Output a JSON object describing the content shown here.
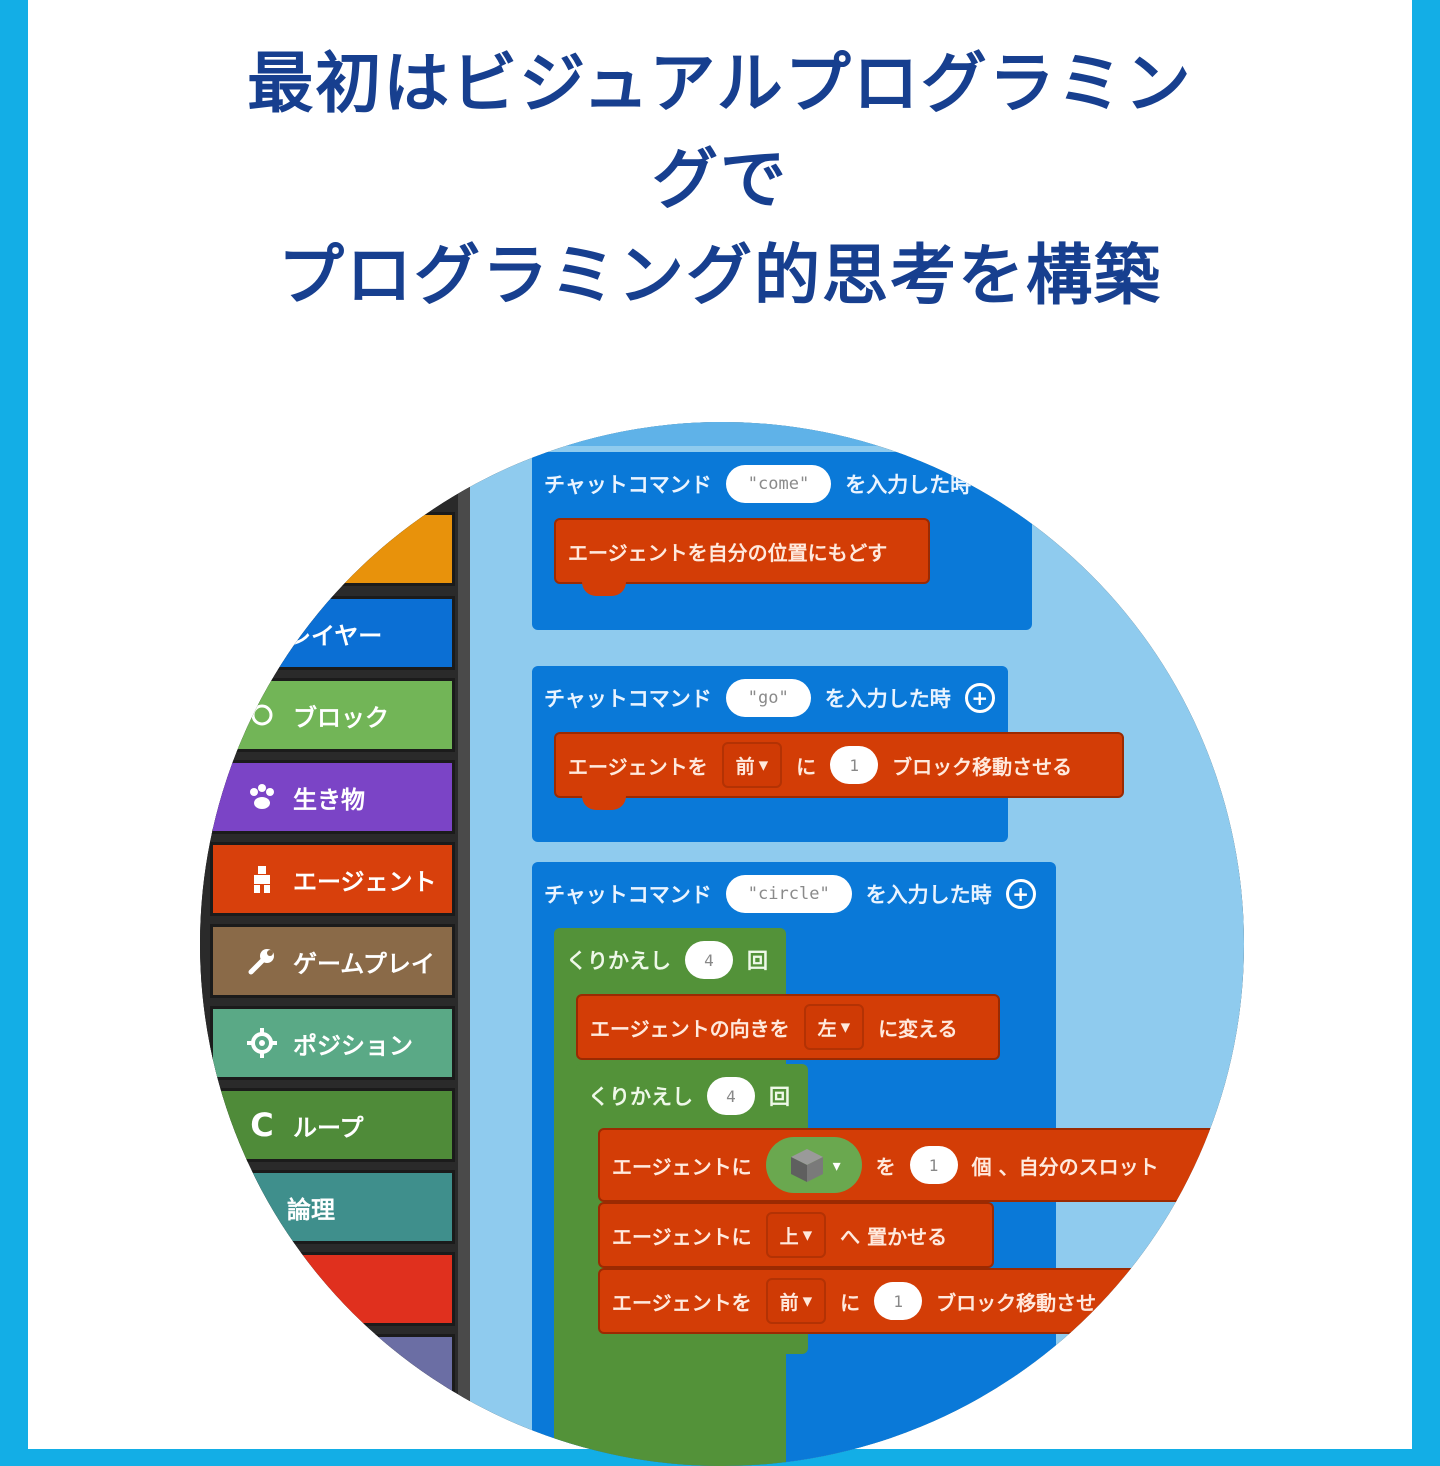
{
  "title": {
    "line1": "最初はビジュアルプログラミン",
    "line2": "グで",
    "line3": "プログラミング的思考を構築"
  },
  "colors": {
    "frame": "#13aee6",
    "title": "#173f8f",
    "event_block": "#0a79d8",
    "agent_block": "#d33d06",
    "loop_block": "#539239"
  },
  "sidebar": {
    "categories": [
      {
        "label": "",
        "icon": "none",
        "color": "#e8920b"
      },
      {
        "label": "レイヤー",
        "icon": "player-icon",
        "color": "#0b6fd4"
      },
      {
        "label": "ブロック",
        "icon": "block-icon",
        "color": "#72b557"
      },
      {
        "label": "生き物",
        "icon": "paw-icon",
        "color": "#7b44c6"
      },
      {
        "label": "エージェント",
        "icon": "agent-icon",
        "color": "#d8400c"
      },
      {
        "label": "ゲームプレイ",
        "icon": "wrench-icon",
        "color": "#8a6a48"
      },
      {
        "label": "ポジション",
        "icon": "position-icon",
        "color": "#5aa986"
      },
      {
        "label": "ループ",
        "icon": "loop-icon",
        "color": "#4f8b39"
      },
      {
        "label": "論理",
        "icon": "none",
        "color": "#3f8f8c"
      },
      {
        "label": "",
        "icon": "none",
        "color": "#e0301e"
      },
      {
        "label": "",
        "icon": "none",
        "color": "#6b6ea4"
      }
    ]
  },
  "blocks": {
    "event1": {
      "prefix": "チャットコマンド",
      "value": "\"come\"",
      "suffix": "を入力した時"
    },
    "action1": {
      "text": "エージェントを自分の位置にもどす"
    },
    "event2": {
      "prefix": "チャットコマンド",
      "value": "\"go\"",
      "suffix": "を入力した時"
    },
    "action2": {
      "t1": "エージェントを",
      "dir": "前",
      "t2": "に",
      "num": "1",
      "t3": "ブロック移動させる"
    },
    "event3": {
      "prefix": "チャットコマンド",
      "value": "\"circle\"",
      "suffix": "を入力した時"
    },
    "loop1": {
      "prefix": "くりかえし",
      "num": "4",
      "suffix": "回"
    },
    "action3": {
      "t1": "エージェントの向きを",
      "dir": "左",
      "t2": "に変える"
    },
    "loop2": {
      "prefix": "くりかえし",
      "num": "4",
      "suffix": "回"
    },
    "action4": {
      "t1": "エージェントに",
      "t2": "を",
      "num": "1",
      "t3": "個 、自分のスロット"
    },
    "action5": {
      "t1": "エージェントに",
      "dir": "上",
      "t2": "へ 置かせる"
    },
    "action6": {
      "t1": "エージェントを",
      "dir": "前",
      "t2": "に",
      "num": "1",
      "t3": "ブロック移動させ"
    }
  }
}
